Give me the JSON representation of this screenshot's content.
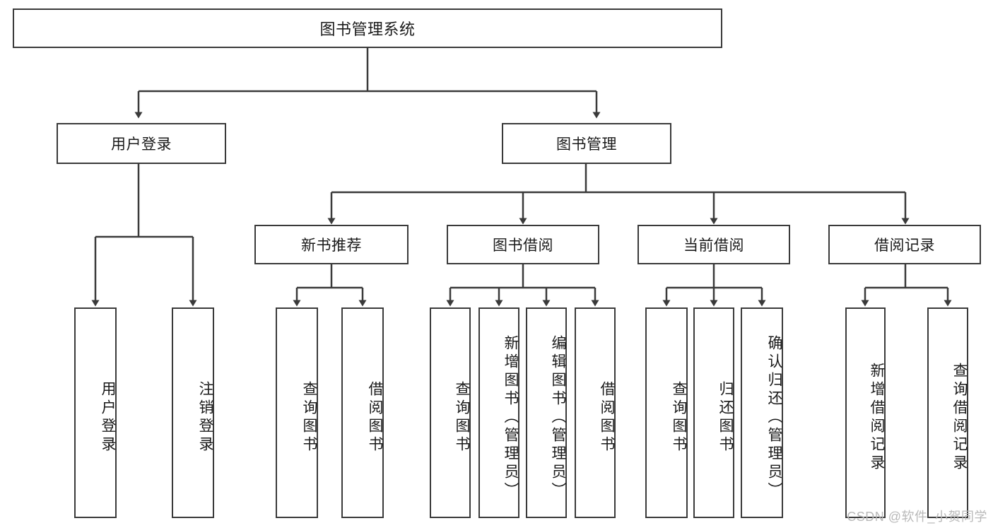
{
  "diagram": {
    "title": "图书管理系统",
    "type": "tree",
    "colors": {
      "box_border": "#3a3a3a",
      "box_fill": "#ffffff",
      "line": "#3a3a3a",
      "text": "#1a1a1a",
      "watermark": "#b9b9b9"
    },
    "root": {
      "label": "图书管理系统"
    },
    "level2": [
      {
        "label": "用户登录"
      },
      {
        "label": "图书管理"
      }
    ],
    "level3": [
      {
        "label": "新书推荐"
      },
      {
        "label": "图书借阅"
      },
      {
        "label": "当前借阅"
      },
      {
        "label": "借阅记录"
      }
    ],
    "leaves": {
      "user_login": [
        {
          "label": "用户登录"
        },
        {
          "label": "注销登录"
        }
      ],
      "new_book_recommend": [
        {
          "label": "查询图书"
        },
        {
          "label": "借阅图书"
        }
      ],
      "book_borrow": [
        {
          "label": "查询图书"
        },
        {
          "label": "新增图书（管理员）"
        },
        {
          "label": "编辑图书（管理员）"
        },
        {
          "label": "借阅图书"
        }
      ],
      "current_borrow": [
        {
          "label": "查询图书"
        },
        {
          "label": "归还图书"
        },
        {
          "label": "确认归还（管理员）"
        }
      ],
      "borrow_record": [
        {
          "label": "新增借阅记录"
        },
        {
          "label": "查询借阅记录"
        }
      ]
    }
  },
  "watermark": {
    "text": "CSDN @软件_小贺同学"
  }
}
